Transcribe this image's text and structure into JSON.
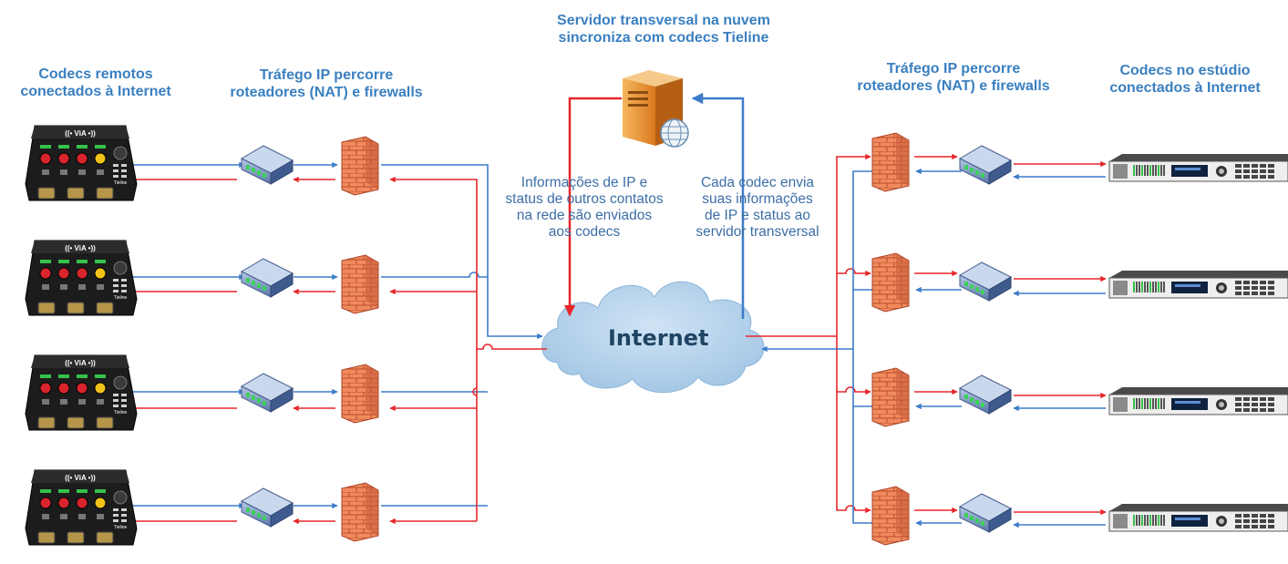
{
  "headers": {
    "remote_codecs": "Codecs remotos\nconectados à Internet",
    "ip_traffic_left": "Tráfego IP percorre\nroteadores (NAT) e firewalls",
    "server": "Servidor transversal na nuvem\nsincroniza com codecs Tieline",
    "ip_traffic_right": "Tráfego IP percorre\nroteadores (NAT) e firewalls",
    "studio_codecs": "Codecs no estúdio\nconectados à Internet"
  },
  "notes": {
    "info_sent": "Informações de IP e\nstatus de outros contatos\nna rede são enviados\naos codecs",
    "codec_sends": "Cada codec envia\nsuas informações\nde IP e status ao\nservidor transversal"
  },
  "cloud": {
    "label": "Internet"
  },
  "device": {
    "via_badge": "((• ViA •))",
    "brand": "Tieline"
  },
  "colors": {
    "blue": "#3d7cc9",
    "red": "#e8262b",
    "header_text": "#3a7fc0",
    "cloud": "#a9cbe8"
  },
  "icons": [
    "via-codec-icon",
    "router-icon",
    "firewall-icon",
    "server-icon",
    "cloud-icon",
    "rack-codec-icon"
  ]
}
